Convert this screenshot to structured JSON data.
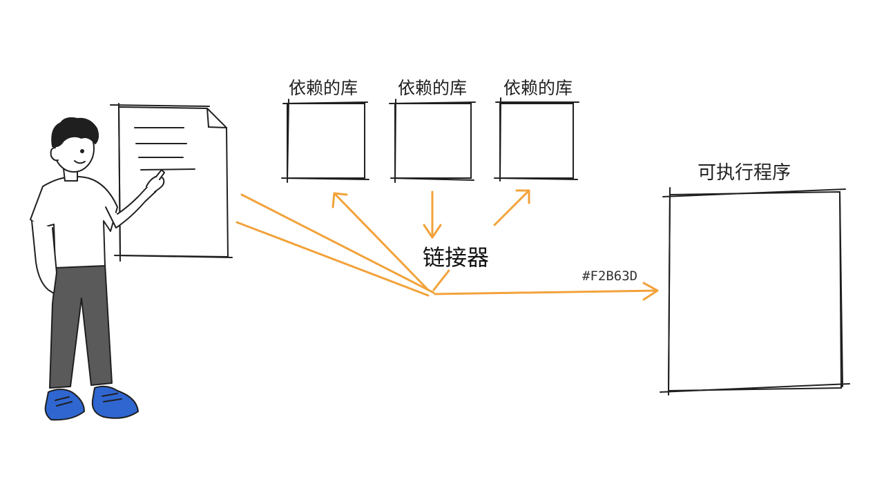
{
  "diagram": {
    "libraries": [
      {
        "label": "依赖的库"
      },
      {
        "label": "依赖的库"
      },
      {
        "label": "依赖的库"
      }
    ],
    "linker_label": "链接器",
    "executable_label": "可执行程序",
    "arrow_color_label": "#F2B63D"
  },
  "colors": {
    "arrow": "#F2A23A",
    "ink": "#1f1f1f",
    "pants": "#5a5a5a",
    "shoes": "#2f66d0",
    "paper": "#ffffff"
  },
  "icons": [
    "person-figure-icon",
    "document-icon",
    "library-box-icon",
    "executable-box-icon"
  ]
}
